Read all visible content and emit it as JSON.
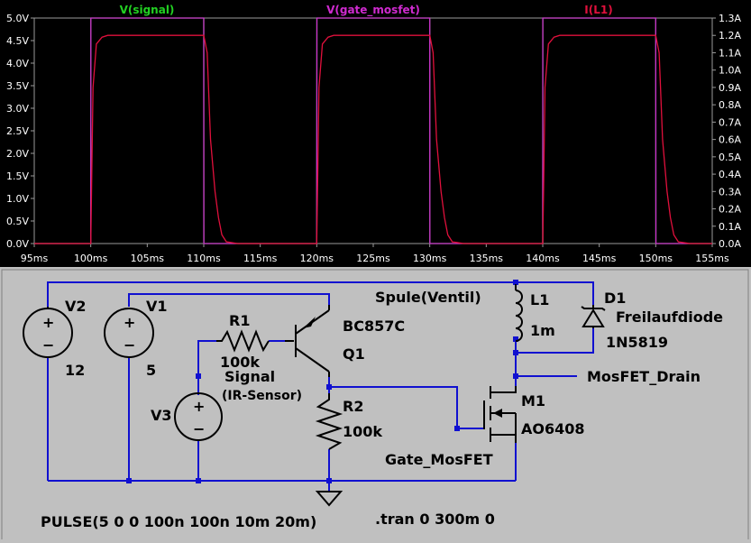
{
  "colors": {
    "signal": "#22d022",
    "gate": "#d02ad0",
    "current": "#e0103c",
    "wire": "#1010d0",
    "component": "#000000",
    "junction": "#1010d0",
    "plot_bg": "#000000",
    "schematic_bg": "#c0c0c0"
  },
  "chart_data": {
    "type": "line",
    "x_unit": "ms",
    "xlim": [
      95,
      155
    ],
    "x_ticks": [
      "95ms",
      "100ms",
      "105ms",
      "110ms",
      "115ms",
      "120ms",
      "125ms",
      "130ms",
      "135ms",
      "140ms",
      "145ms",
      "150ms",
      "155ms"
    ],
    "x_tick_values": [
      95,
      100,
      105,
      110,
      115,
      120,
      125,
      130,
      135,
      140,
      145,
      150,
      155
    ],
    "y_left": {
      "lim": [
        0,
        5.0
      ],
      "ticks": [
        "0.0V",
        "0.5V",
        "1.0V",
        "1.5V",
        "2.0V",
        "2.5V",
        "3.0V",
        "3.5V",
        "4.0V",
        "4.5V",
        "5.0V"
      ],
      "values": [
        0,
        0.5,
        1.0,
        1.5,
        2.0,
        2.5,
        3.0,
        3.5,
        4.0,
        4.5,
        5.0
      ]
    },
    "y_right": {
      "lim": [
        0,
        1.3
      ],
      "ticks": [
        "0.0A",
        "0.1A",
        "0.2A",
        "0.3A",
        "0.4A",
        "0.5A",
        "0.6A",
        "0.7A",
        "0.8A",
        "0.9A",
        "1.0A",
        "1.1A",
        "1.2A",
        "1.3A"
      ],
      "values": [
        0,
        0.1,
        0.2,
        0.3,
        0.4,
        0.5,
        0.6,
        0.7,
        0.8,
        0.9,
        1.0,
        1.1,
        1.2,
        1.3
      ]
    },
    "grid": false,
    "series": [
      {
        "name": "V(signal)",
        "axis": "left",
        "x": [
          95,
          100,
          100.01,
          110,
          110.01,
          120,
          120.01,
          130,
          130.01,
          140,
          140.01,
          150,
          150.01,
          155
        ],
        "y": [
          0,
          0,
          5,
          5,
          0,
          0,
          5,
          5,
          0,
          0,
          5,
          5,
          0,
          0
        ]
      },
      {
        "name": "V(gate_mosfet)",
        "axis": "left",
        "x": [
          95,
          100,
          100.01,
          110,
          110.01,
          120,
          120.01,
          130,
          130.01,
          140,
          140.01,
          150,
          150.01,
          155
        ],
        "y": [
          0,
          0,
          5,
          5,
          0,
          0,
          5,
          5,
          0,
          0,
          5,
          5,
          0,
          0
        ]
      },
      {
        "name": "I(L1)",
        "axis": "right",
        "x": [
          95,
          100,
          100.1,
          100.2,
          100.5,
          101,
          101.5,
          102,
          110,
          110.3,
          110.6,
          111,
          111.3,
          111.6,
          112,
          113,
          115,
          120,
          120.1,
          120.2,
          120.5,
          121,
          121.5,
          122,
          130,
          130.3,
          130.6,
          131,
          131.3,
          131.6,
          132,
          133,
          135,
          140,
          140.1,
          140.2,
          140.5,
          141,
          141.5,
          142,
          150,
          150.3,
          150.6,
          151,
          151.3,
          151.6,
          152,
          153,
          155
        ],
        "y": [
          0,
          0,
          0.44,
          0.9,
          1.15,
          1.19,
          1.2,
          1.2,
          1.2,
          1.1,
          0.6,
          0.3,
          0.15,
          0.05,
          0.01,
          0,
          0,
          0,
          0.44,
          0.9,
          1.15,
          1.19,
          1.2,
          1.2,
          1.2,
          1.1,
          0.6,
          0.3,
          0.15,
          0.05,
          0.01,
          0,
          0,
          0,
          0.44,
          0.9,
          1.15,
          1.19,
          1.2,
          1.2,
          1.2,
          1.1,
          0.6,
          0.3,
          0.15,
          0.05,
          0.01,
          0,
          0
        ]
      }
    ]
  },
  "schematic": {
    "v2_name": "V2",
    "v2_value": "12",
    "v1_name": "V1",
    "v1_value": "5",
    "v3_name": "V3",
    "r1_name": "R1",
    "r1_value": "100k",
    "r2_name": "R2",
    "r2_value": "100k",
    "q1_model": "BC857C",
    "q1_name": "Q1",
    "l1_name": "L1",
    "l1_value": "1m",
    "l1_label": "Spule(Ventil)",
    "d1_name": "D1",
    "d1_label": "Freilaufdiode",
    "d1_model": "1N5819",
    "m1_name": "M1",
    "m1_model": "AO6408",
    "net_signal": "Signal",
    "net_signal_sub": "(IR-Sensor)",
    "net_drain": "MosFET_Drain",
    "net_gate": "Gate_MosFET",
    "pulse_directive": "PULSE(5 0 0 100n 100n 10m 20m)",
    "tran_directive": ".tran 0 300m 0",
    "source_plus": "+",
    "source_minus": "−"
  }
}
